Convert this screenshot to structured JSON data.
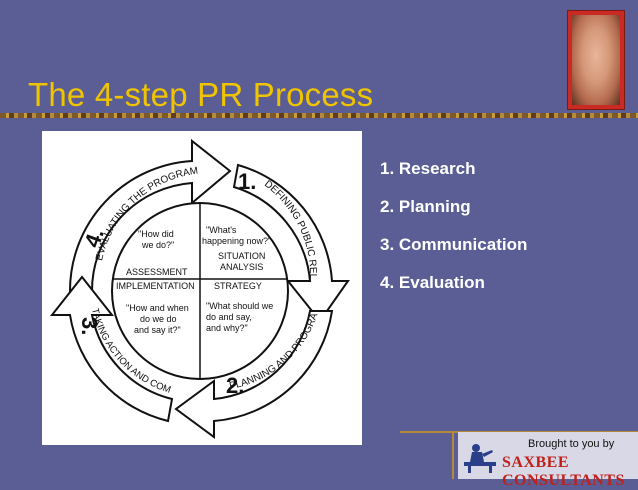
{
  "slide": {
    "title": "The 4-step PR Process",
    "steps": [
      "1. Research",
      "2. Planning",
      "3. Communication",
      "4. Evaluation"
    ]
  },
  "diagram": {
    "arrow_labels": {
      "defining": "DEFINING PUBLIC RELATIONS PROBLEMS",
      "planning": "PLANNING AND PROGRAMMING",
      "taking_action_1": "TAKING ACTION",
      "taking_action_2": "AND COMMUNICATING",
      "evaluating": "EVALUATING THE PROGRAM"
    },
    "numbers": [
      "1.",
      "2.",
      "3.",
      "4."
    ],
    "quadrants": {
      "top_left_quote_1": "\"How did",
      "top_left_quote_2": "we do?\"",
      "top_right_quote_1": "\"What's",
      "top_right_quote_2": "happening now?\"",
      "situation_1": "SITUATION",
      "situation_2": "ANALYSIS",
      "assessment": "ASSESSMENT",
      "implementation": "IMPLEMENTATION",
      "strategy": "STRATEGY",
      "bottom_left_quote_1": "\"How and when",
      "bottom_left_quote_2": "do we do",
      "bottom_left_quote_3": "and say it?\"",
      "bottom_right_quote_1": "\"What should we",
      "bottom_right_quote_2": "do and say,",
      "bottom_right_quote_3": "and why?\""
    }
  },
  "banner": {
    "line1": "Brought to you by",
    "line2": "SAXBEE CONSULTANTS"
  },
  "colors": {
    "background": "#5b5e94",
    "title": "#f0c400",
    "banner_text": "#c0201a"
  }
}
